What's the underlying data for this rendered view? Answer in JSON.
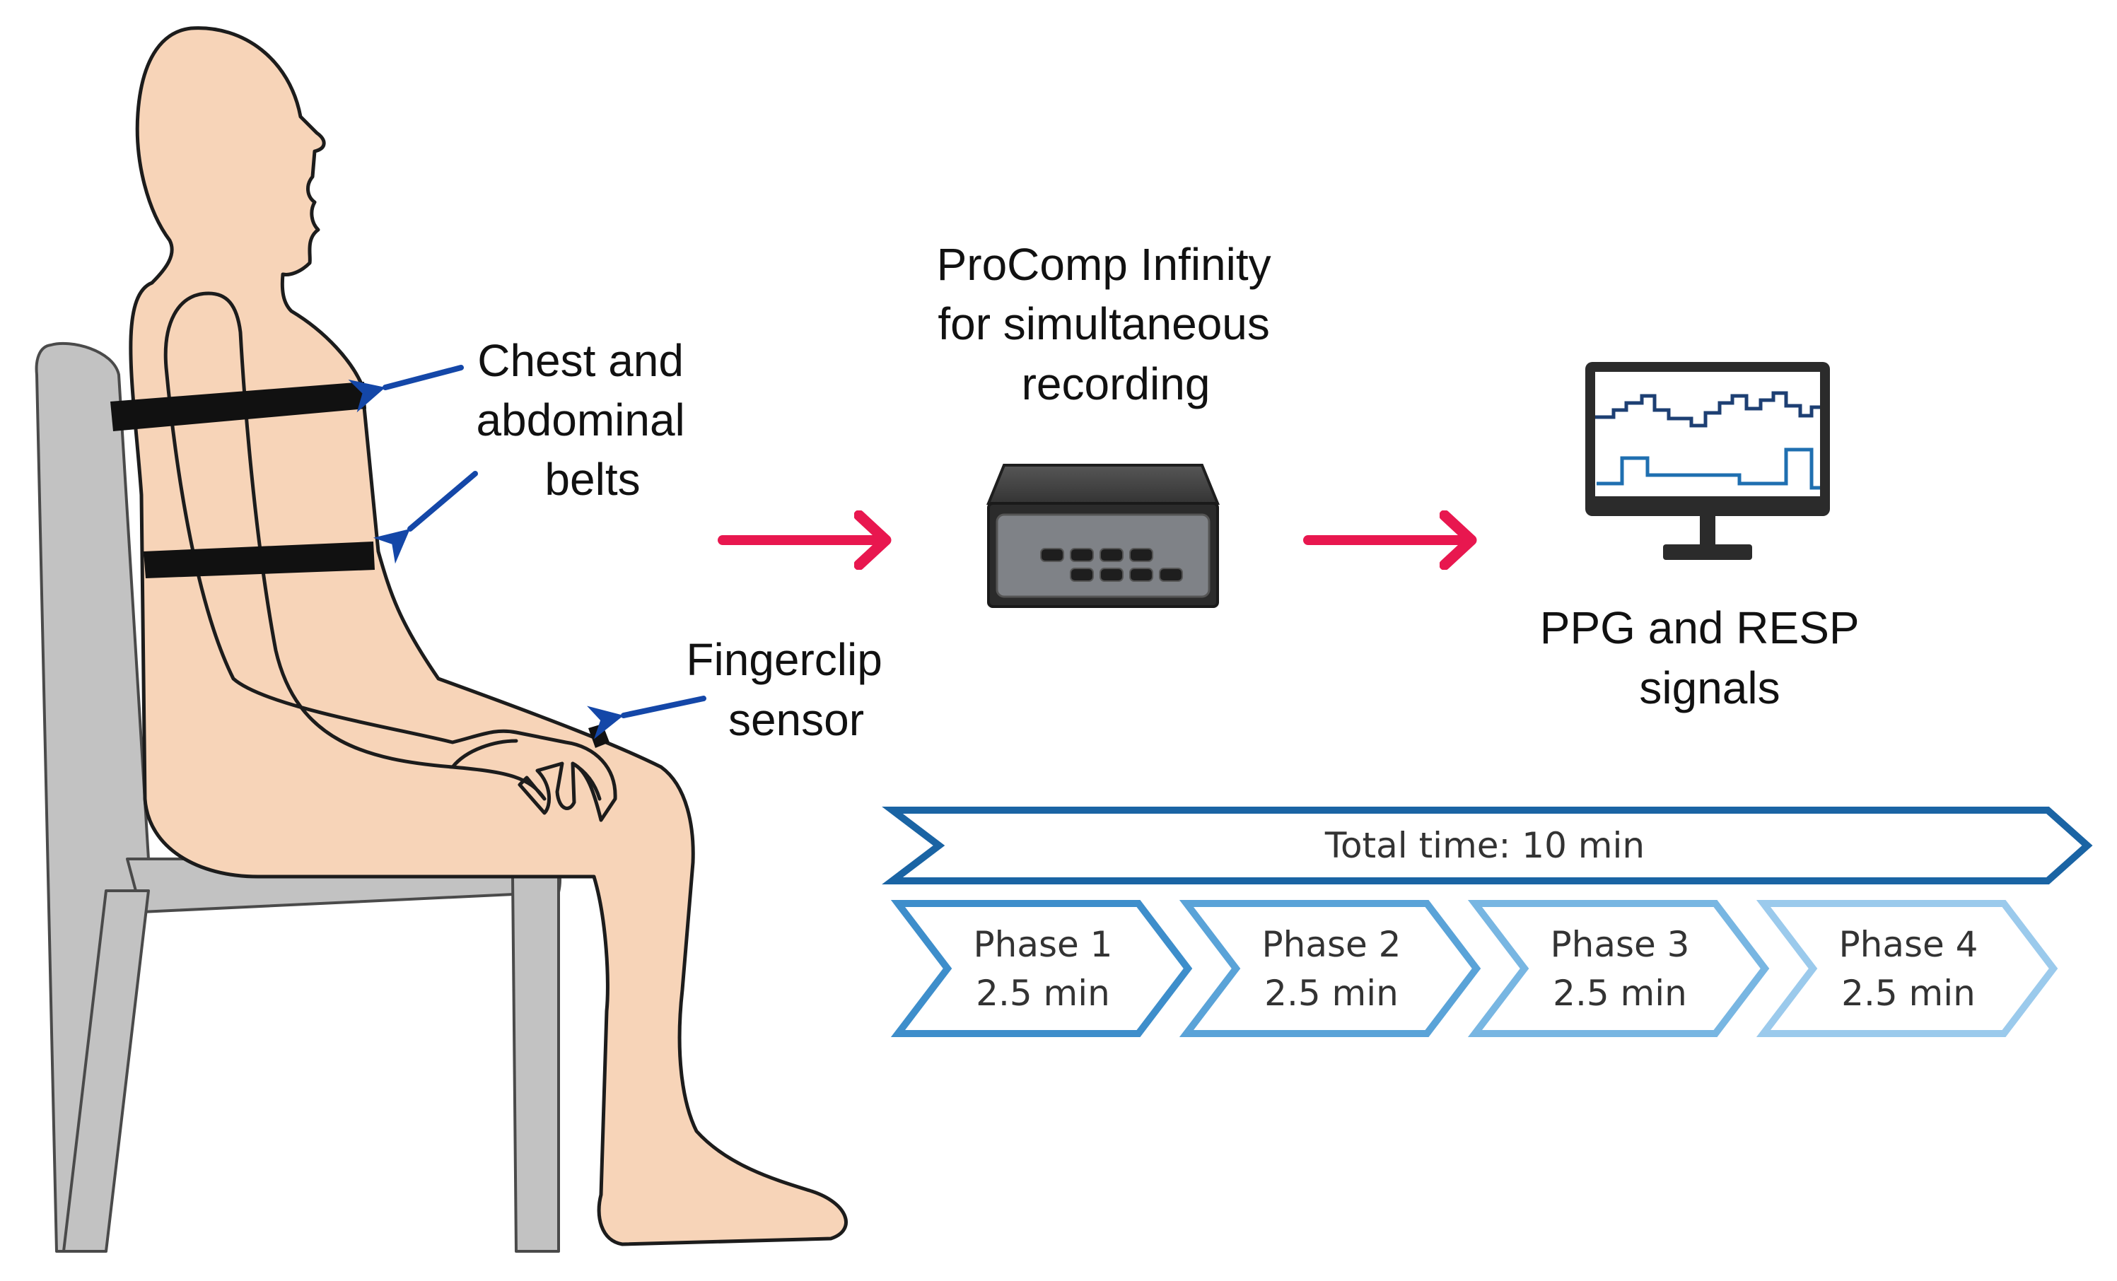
{
  "labels": {
    "belts": [
      "Chest and",
      "abdominal",
      "belts"
    ],
    "fingerclip": [
      "Fingerclip",
      "sensor"
    ],
    "device": [
      "ProComp Infinity",
      "for simultaneous",
      "recording"
    ],
    "signals": [
      "PPG and RESP",
      "signals"
    ]
  },
  "timeline": {
    "total": "Total  time: 10 min",
    "phases": [
      {
        "name": "Phase 1",
        "duration": "2.5 min"
      },
      {
        "name": "Phase 2",
        "duration": "2.5 min"
      },
      {
        "name": "Phase 3",
        "duration": "2.5 min"
      },
      {
        "name": "Phase 4",
        "duration": "2.5 min"
      }
    ]
  },
  "colors": {
    "skin": "#f7d4b8",
    "chair": "#c2c2c2",
    "belt": "#111111",
    "pointer_arrow": "#1447a8",
    "flow_arrow": "#e8174f",
    "total_bar": "#1a64a4",
    "phase_colors": [
      "#3e8ecb",
      "#5aa3d8",
      "#78b6e2",
      "#9bcaec"
    ],
    "signal_line": "#1f6fb0"
  },
  "icons": [
    "seated-person-figure",
    "chair",
    "procomp-device-icon",
    "monitor-icon"
  ]
}
